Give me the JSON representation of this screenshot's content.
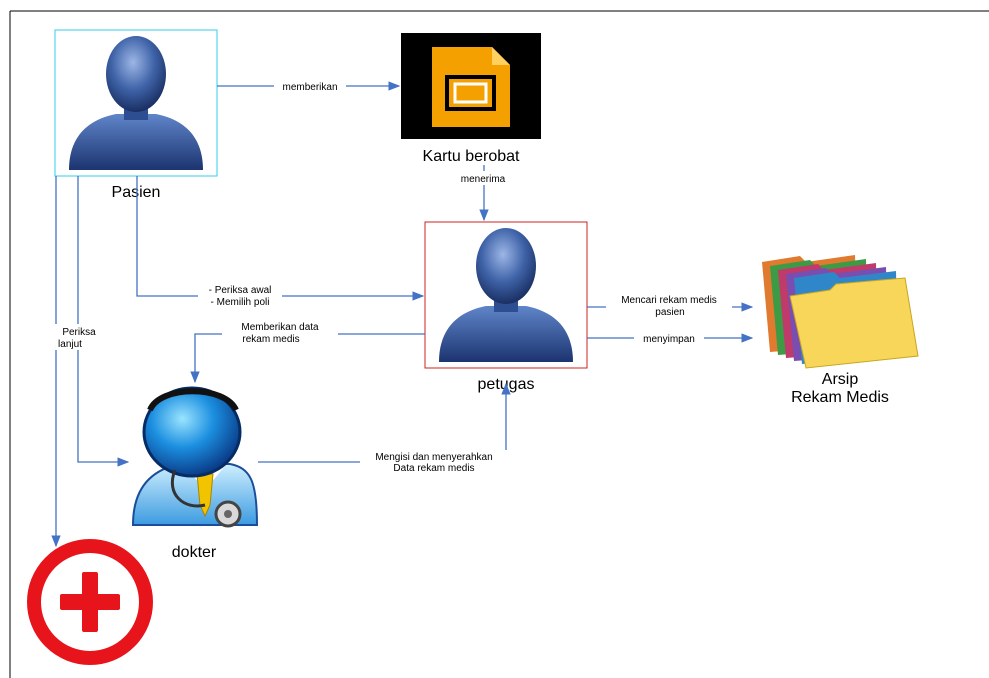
{
  "colors": {
    "frame": "#000000",
    "arrow": "#4472C4",
    "pasien_border": "#33CCEE",
    "petugas_border": "#CC2222",
    "card_bg": "#000000",
    "card_icon": "#F4A000",
    "hospital_red": "#E8141B",
    "person_blue": "#4A6FB0"
  },
  "nodes": {
    "pasien": {
      "label": "Pasien",
      "icon": "person-silhouette-icon"
    },
    "kartu": {
      "label": "Kartu berobat",
      "icon": "document-card-icon"
    },
    "petugas": {
      "label": "petugas",
      "icon": "person-silhouette-icon"
    },
    "dokter": {
      "label": "dokter",
      "icon": "doctor-stethoscope-icon"
    },
    "arsip": {
      "label_line1": "Arsip",
      "label_line2": "Rekam Medis",
      "icon": "folders-icon"
    },
    "rs": {
      "icon": "hospital-cross-icon"
    }
  },
  "edges": {
    "memberikan": "memberikan",
    "menerima": "menerima",
    "periksa_awal_1": "- Periksa awal",
    "periksa_awal_2": "- Memilih poli",
    "periksa_lanjut_1": "Periksa",
    "periksa_lanjut_2": "lanjut",
    "memberikan_data_1": "Memberikan data",
    "memberikan_data_2": "rekam medis",
    "mencari_1": "Mencari rekam medis",
    "mencari_2": "pasien",
    "menyimpan": "menyimpan",
    "mengisi_1": "Mengisi dan menyerahkan",
    "mengisi_2": "Data rekam medis"
  }
}
